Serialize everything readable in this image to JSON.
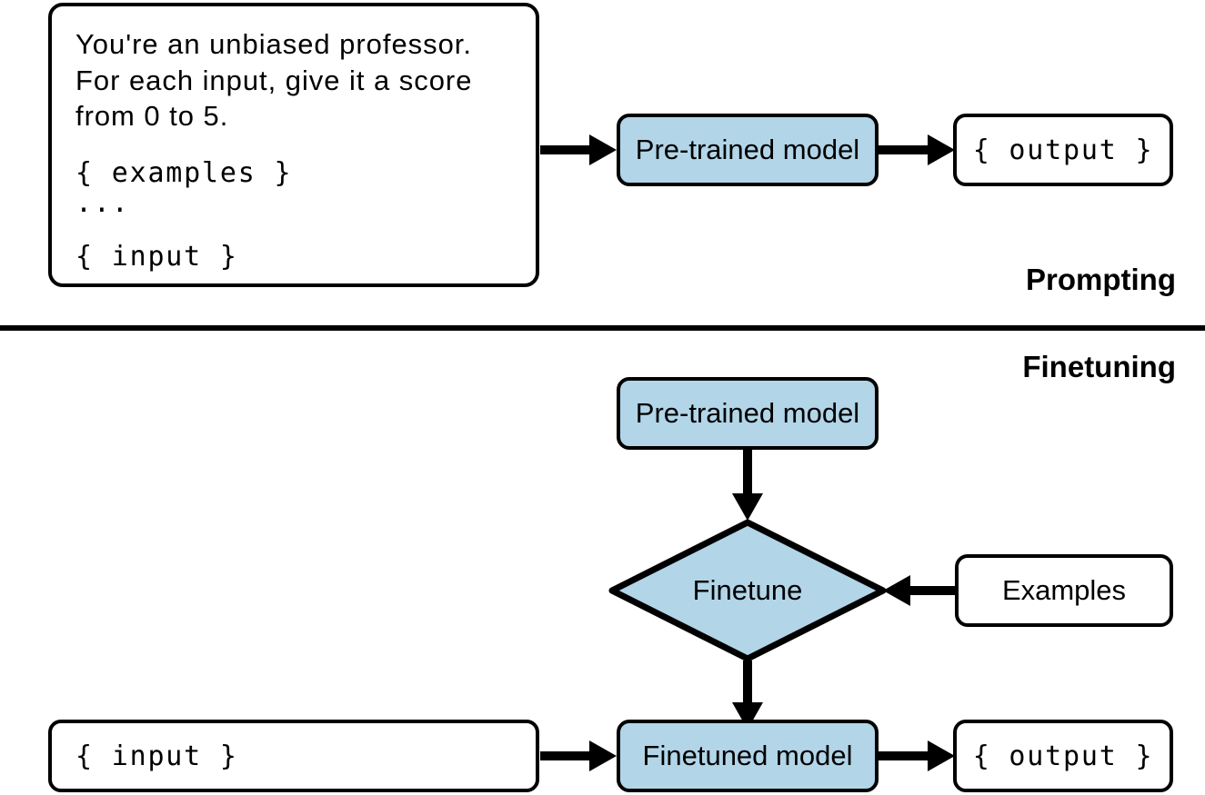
{
  "diagram": {
    "title_top_section": "Prompting",
    "title_bottom_section": "Finetuning",
    "accent_color": "#b2d5e8",
    "line_color": "#000000",
    "background_color": "#ffffff"
  },
  "prompting": {
    "prompt_card": {
      "instruction": "You're an unbiased professor. For each input, give it a score from 0 to 5.",
      "examples_token": "{ examples }",
      "ellipsis": "...",
      "input_token": "{ input }"
    },
    "model_box_label": "Pre-trained model",
    "output_box_label": "{ output }"
  },
  "finetuning": {
    "pretrained_box_label": "Pre-trained model",
    "finetune_diamond_label": "Finetune",
    "examples_box_label": "Examples",
    "input_box_label": "{ input }",
    "finetuned_box_label": "Finetuned model",
    "output_box_label": "{ output }"
  }
}
